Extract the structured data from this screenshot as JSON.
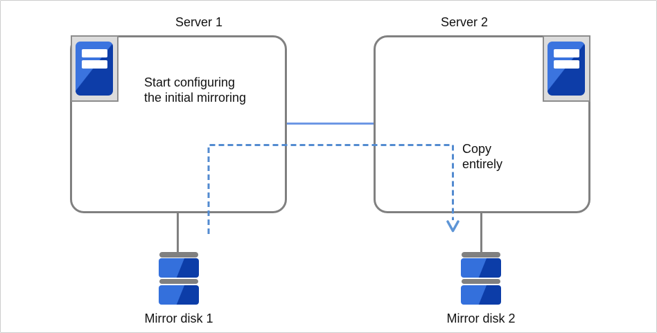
{
  "servers": {
    "server1": {
      "title": "Server 1",
      "note_line1": "Start configuring",
      "note_line2": "the initial mirroring",
      "disk_label": "Mirror disk 1"
    },
    "server2": {
      "title": "Server 2",
      "copy_line1": "Copy",
      "copy_line2": "entirely",
      "disk_label": "Mirror disk 2"
    }
  },
  "icons": {
    "server1_icon": "server-tower-icon",
    "server2_icon": "server-tower-icon",
    "disk1_icon": "mirror-disk-stack-icon",
    "disk2_icon": "mirror-disk-stack-icon",
    "copy_arrow": "arrow-down-icon"
  },
  "colors": {
    "box_border_gray": "#808080",
    "connector_gray": "#808080",
    "network_link_blue": "#6d97e5",
    "copy_path_blue": "#538bd0",
    "disk_blue_light": "#3470dc",
    "disk_blue_dark": "#0c3da8",
    "icon_frame_bg": "#dcdcdc",
    "canvas_border": "#cccccc"
  }
}
